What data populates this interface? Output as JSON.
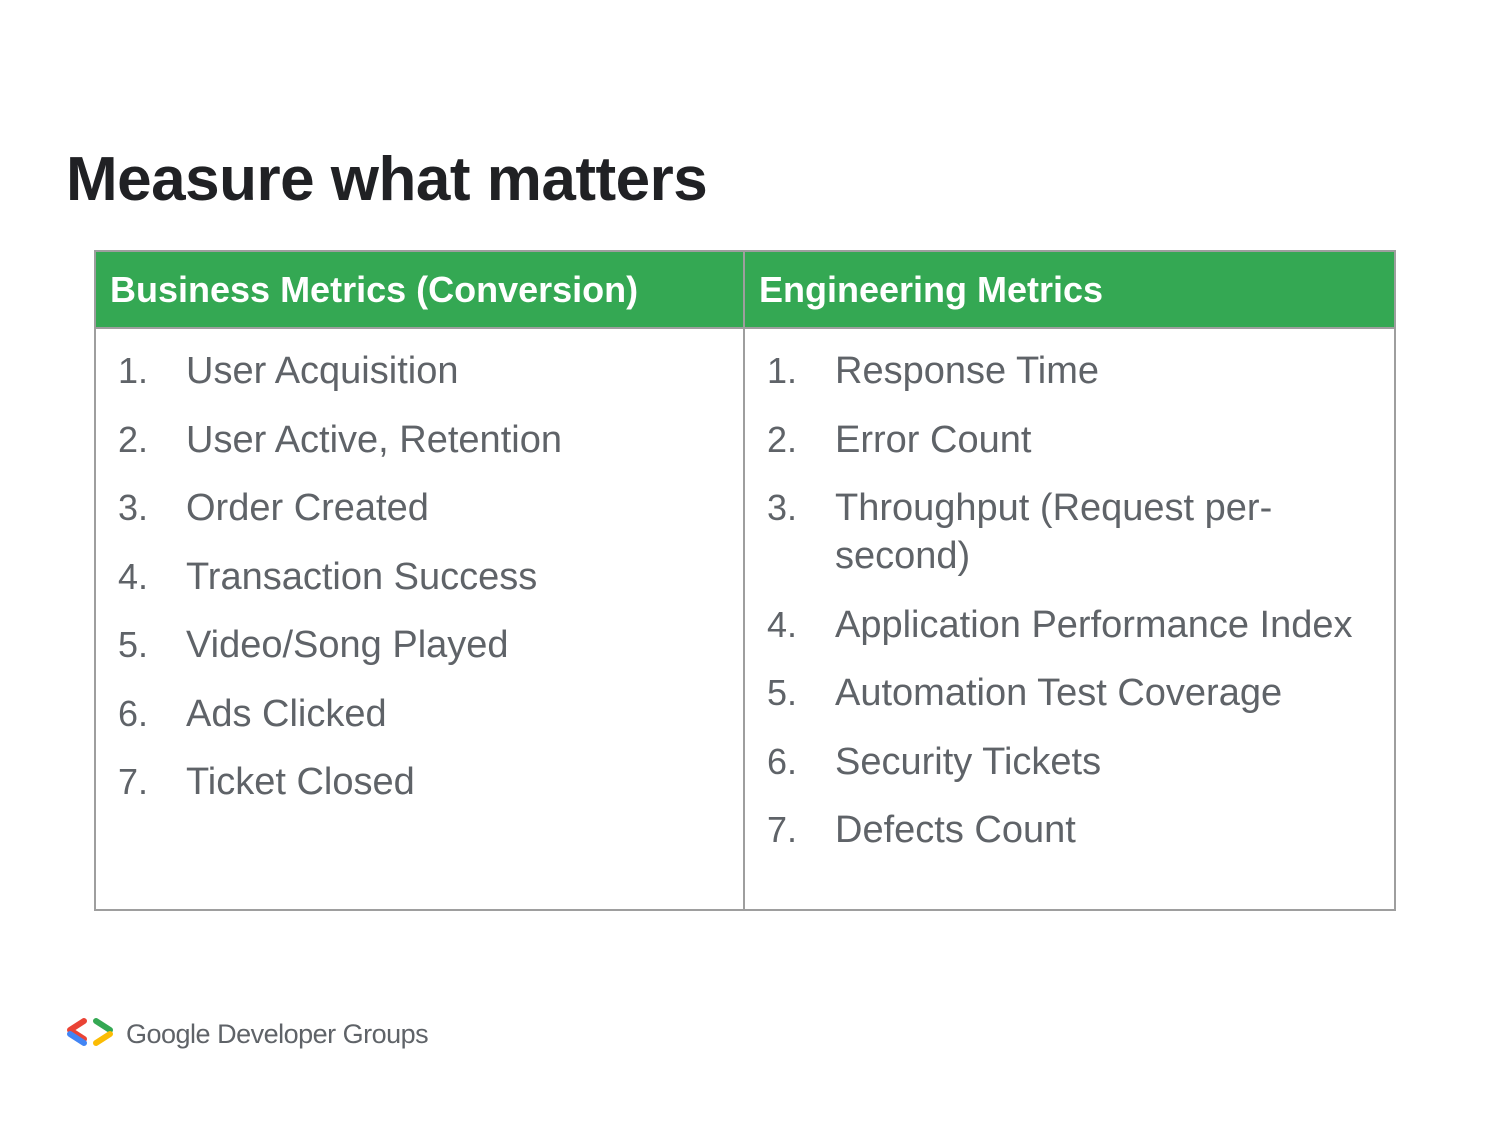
{
  "title": "Measure what matters",
  "table": {
    "columns": [
      {
        "header": "Business Metrics (Conversion)",
        "items": [
          {
            "num": "1.",
            "text": "User Acquisition"
          },
          {
            "num": "2.",
            "text": "User Active, Retention"
          },
          {
            "num": "3.",
            "text": "Order Created"
          },
          {
            "num": "4.",
            "text": "Transaction Success"
          },
          {
            "num": "5.",
            "text": "Video/Song Played"
          },
          {
            "num": "6.",
            "text": "Ads Clicked"
          },
          {
            "num": "7.",
            "text": "Ticket Closed"
          }
        ]
      },
      {
        "header": "Engineering Metrics",
        "items": [
          {
            "num": "1.",
            "text": "Response Time"
          },
          {
            "num": "2.",
            "text": "Error Count"
          },
          {
            "num": "3.",
            "text": "Throughput (Request per-second)"
          },
          {
            "num": "4.",
            "text": "Application Performance Index"
          },
          {
            "num": "5.",
            "text": "Automation Test Coverage"
          },
          {
            "num": "6.",
            "text": "Security Tickets"
          },
          {
            "num": "7.",
            "text": "Defects Count"
          }
        ]
      }
    ]
  },
  "footer": {
    "brand": "Google Developer Groups",
    "logo_icon": "gdg-chevrons-icon",
    "logo_colors": [
      "#ea4335",
      "#4285f4",
      "#34a853",
      "#fbbc04"
    ]
  },
  "colors": {
    "header_bg": "#34a853",
    "title_text": "#202124",
    "body_text": "#5f6368"
  }
}
